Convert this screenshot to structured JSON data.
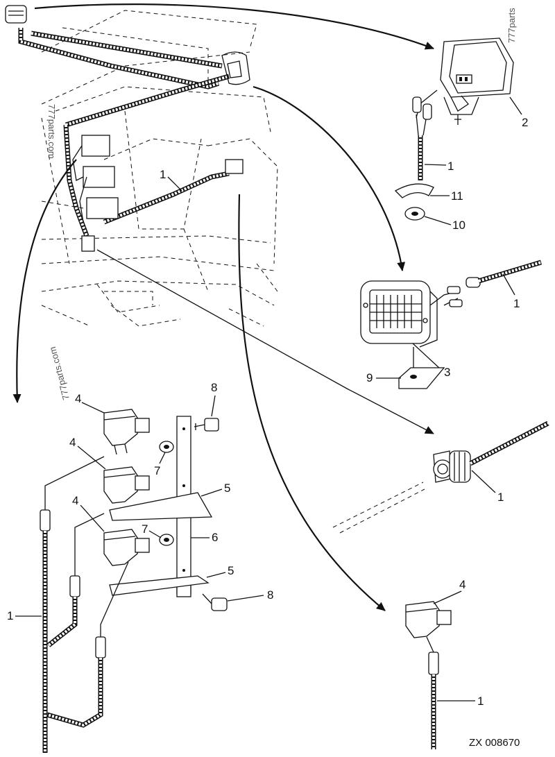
{
  "drawing": {
    "code": "ZX 008670",
    "watermarks": [
      "777parts",
      "777parts.com",
      "777parts.com"
    ]
  },
  "callouts": {
    "harness_cab": "1",
    "worklight_front_cable": "1",
    "worklight_front": "2",
    "clamp": "11",
    "grommet": "10",
    "worklight_rear_cable": "1",
    "worklight_rear": "3",
    "bracket_rear": "9",
    "connector_cable": "1",
    "switch_top": "4",
    "switch_mid": "4",
    "switch_low": "4",
    "bolt_top": "8",
    "nut_top": "7",
    "plate_top": "5",
    "post": "6",
    "nut_low": "7",
    "plate_low": "5",
    "bolt_low": "8",
    "harness_switches": "1",
    "switch_single": "4",
    "harness_single": "1"
  },
  "icons": {
    "worklight_front": "work-light-icon",
    "worklight_rear": "rear-work-light-icon",
    "connector": "round-connector-icon",
    "switch": "rocker-switch-icon"
  }
}
